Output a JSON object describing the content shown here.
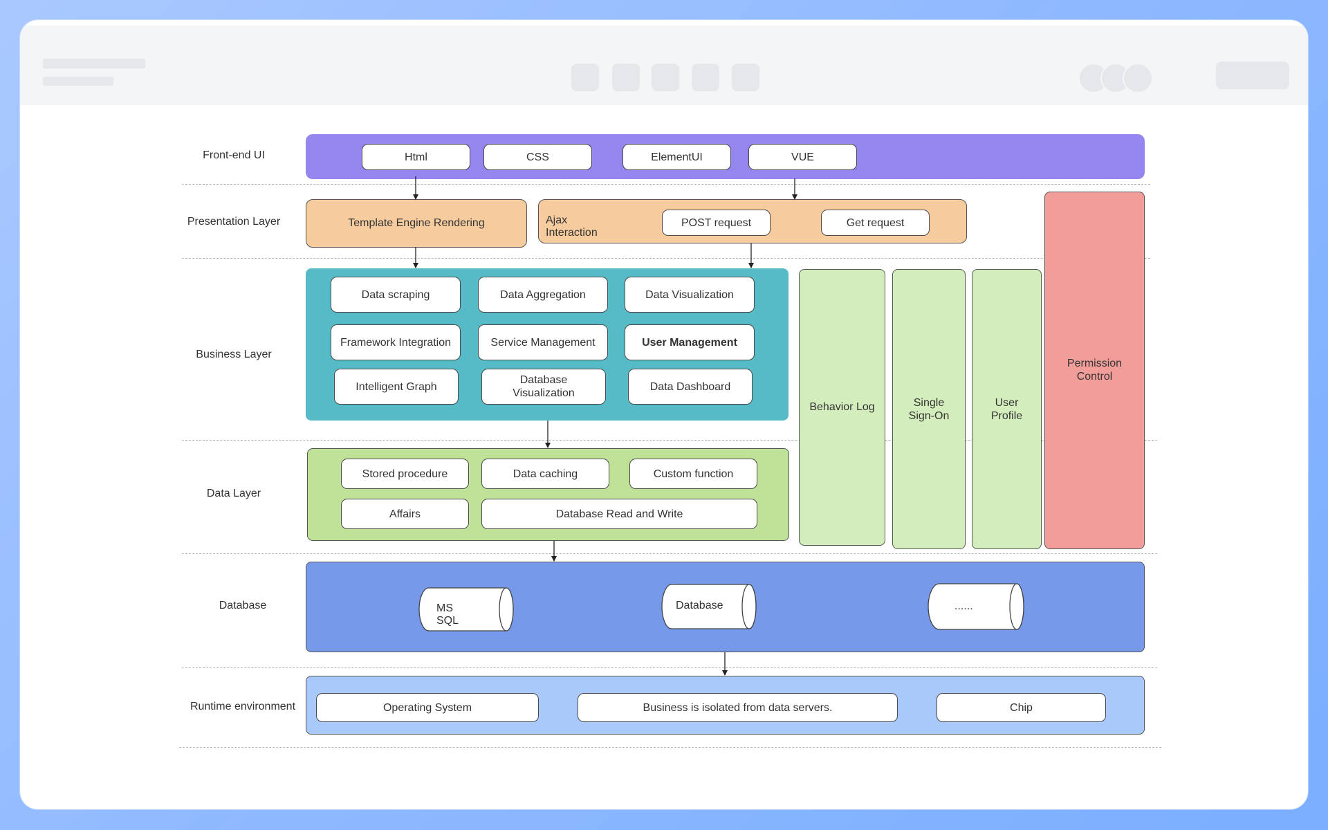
{
  "layers": {
    "frontend": {
      "label": "Front-end UI",
      "items": [
        "Html",
        "CSS",
        "ElementUI",
        "VUE"
      ]
    },
    "presentation": {
      "label": "Presentation Layer",
      "template": "Template Engine Rendering",
      "ajax": "Ajax Interaction",
      "post": "POST request",
      "get": "Get request"
    },
    "business": {
      "label": "Business Layer",
      "items": [
        "Data scraping",
        "Data Aggregation",
        "Data Visualization",
        "Framework Integration",
        "Service Management",
        "User Management",
        "Intelligent Graph",
        "Database Visualization",
        "Data Dashboard"
      ]
    },
    "data": {
      "label": "Data Layer",
      "items": [
        "Stored procedure",
        "Data caching",
        "Custom function",
        "Affairs",
        "Database Read and Write"
      ]
    },
    "database": {
      "label": "Database",
      "items": [
        "MS SQL",
        "Database",
        "......"
      ]
    },
    "runtime": {
      "label": "Runtime environment",
      "items": [
        "Operating System",
        "Business is isolated from data servers.",
        "Chip"
      ]
    },
    "side": {
      "behavior_log": "Behavior Log",
      "sso": "Single Sign-On",
      "user_profile": "User Profile",
      "permission": "Permission Control"
    }
  },
  "colors": {
    "frontend": "#9585ef",
    "presentation": "#f6cb9e",
    "business": "#56bbc6",
    "data": "#bfe298",
    "side_green": "#d3edbc",
    "database": "#7799ea",
    "runtime": "#a9c9fa",
    "permission": "#f19e9a"
  }
}
